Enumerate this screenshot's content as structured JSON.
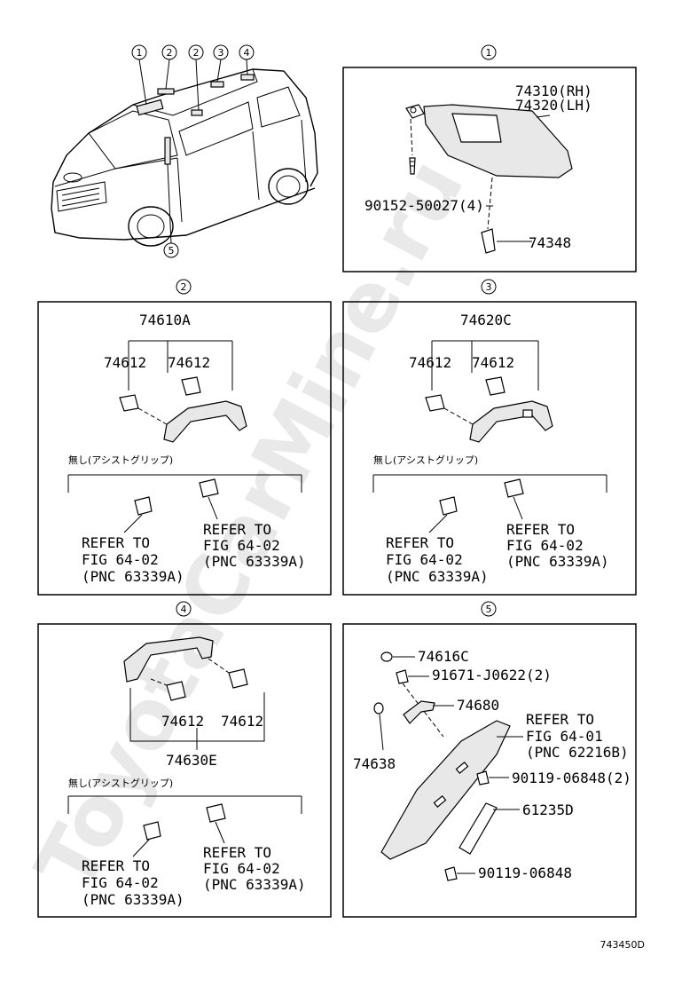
{
  "watermark": "ToyotaCarMine.ru",
  "overview": {
    "callouts": [
      "1",
      "2",
      "2",
      "3",
      "4",
      "5"
    ]
  },
  "panels": {
    "p1": {
      "index": "1",
      "labels": [
        "74310(RH)",
        "74320(LH)",
        "90152-50027(4)",
        "74348"
      ]
    },
    "p2": {
      "index": "2",
      "assembly": "74610A",
      "sub_left": "74612",
      "sub_right": "74612",
      "note": "無し(アシストグリップ)",
      "ref_left": [
        "REFER TO",
        "FIG 64-02",
        "(PNC 63339A)"
      ],
      "ref_right": [
        "REFER TO",
        "FIG 64-02",
        "(PNC 63339A)"
      ]
    },
    "p3": {
      "index": "3",
      "assembly": "74620C",
      "sub_left": "74612",
      "sub_right": "74612",
      "note": "無し(アシストグリップ)",
      "ref_left": [
        "REFER TO",
        "FIG 64-02",
        "(PNC 63339A)"
      ],
      "ref_right": [
        "REFER TO",
        "FIG 64-02",
        "(PNC 63339A)"
      ]
    },
    "p4": {
      "index": "4",
      "assembly": "74630E",
      "sub_left": "74612",
      "sub_right": "74612",
      "note": "無し(アシストグリップ)",
      "ref_left": [
        "REFER TO",
        "FIG 64-02",
        "(PNC 63339A)"
      ],
      "ref_right": [
        "REFER TO",
        "FIG 64-02",
        "(PNC 63339A)"
      ]
    },
    "p5": {
      "index": "5",
      "labels": [
        "74616C",
        "91671-J0622(2)",
        "74680",
        "74638",
        "90119-06848(2)",
        "61235D",
        "90119-06848"
      ],
      "ref": [
        "REFER TO",
        "FIG 64-01",
        "(PNC 62216B)"
      ]
    }
  },
  "figure_code": "743450D"
}
